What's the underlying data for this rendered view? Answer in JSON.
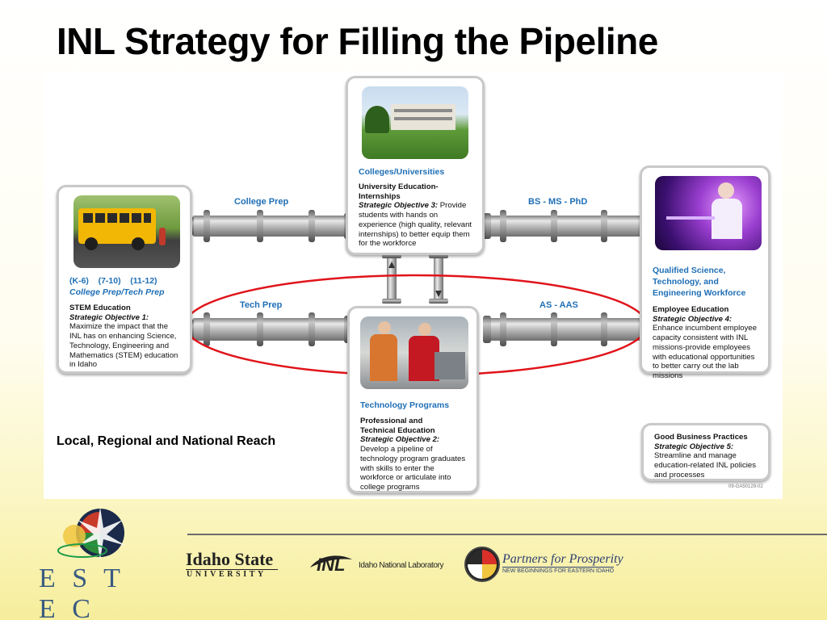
{
  "title": "INL Strategy for Filling the Pipeline",
  "pipes": {
    "college_prep": "College Prep",
    "tech_prep": "Tech Prep",
    "bs_ms_phd": "BS - MS - PhD",
    "as_aas": "AS - AAS"
  },
  "cards": {
    "k12": {
      "grades": "(K-6)    (7-10)    (11-12)",
      "heading": "College Prep/Tech Prep",
      "sub": "STEM Education",
      "objective": "Strategic Objective 1:",
      "text": "Maximize the impact that the INL has on enhancing Science, Technology, Engineering and Mathematics (STEM) education in Idaho"
    },
    "colleges": {
      "heading": "Colleges/Universities",
      "sub": "University Education-Internships",
      "objective": "Strategic Objective 3:",
      "text": "Provide students with hands on experience (high quality, relevant internships) to better equip them for the workforce"
    },
    "workforce": {
      "heading": "Qualified Science, Technology, and Engineering Workforce",
      "sub": "Employee Education",
      "objective": "Strategic Objective 4:",
      "text": "Enhance incumbent employee capacity consistent with INL missions-provide employees with educational opportunities to better carry out the lab missions"
    },
    "technology": {
      "heading": "Technology Programs",
      "sub": "Professional and Technical Education",
      "objective": "Strategic Objective 2:",
      "text": "Develop a pipeline of technology program graduates with skills to enter the workforce or articulate into college programs"
    },
    "business": {
      "sub": "Good Business Practices",
      "objective": "Strategic Objective 5:",
      "text": "Streamline and manage education-related INL policies and processes"
    }
  },
  "reach_label": "Local, Regional and National Reach",
  "doc_code": "09-GA50129-02",
  "footer": {
    "estec": "E S T E C",
    "isu_line1": "Idaho State",
    "isu_line2": "UNIVERSITY",
    "inl_mark": "INL",
    "inl_name": "Idaho National Laboratory",
    "partners_line1": "Partners for Prosperity",
    "partners_line2": "NEW BEGINNINGS FOR EASTERN IDAHO"
  },
  "colors": {
    "accent_blue": "#1f6fb6",
    "highlight_red": "#e0141a",
    "pipe_gray": "#a9a9a9"
  }
}
